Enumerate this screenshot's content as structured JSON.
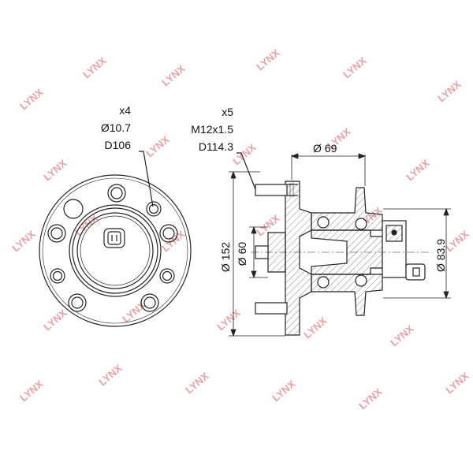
{
  "watermark": {
    "text": "LYNX",
    "color": "#e8a3a9"
  },
  "front_view": {
    "callout": {
      "count": "x4",
      "hole_diameter": "Ø10.7",
      "pcd": "D106"
    }
  },
  "side_view": {
    "callout": {
      "count": "x5",
      "thread": "M12x1.5",
      "pcd": "D114.3"
    },
    "dimensions": {
      "flange_diameter": "Ø 152",
      "pilot_diameter": "Ø 60",
      "hub_width": "Ø 69",
      "bearing_diameter": "Ø 83.9"
    }
  },
  "colors": {
    "line": "#222222",
    "hatch": "#555555"
  }
}
